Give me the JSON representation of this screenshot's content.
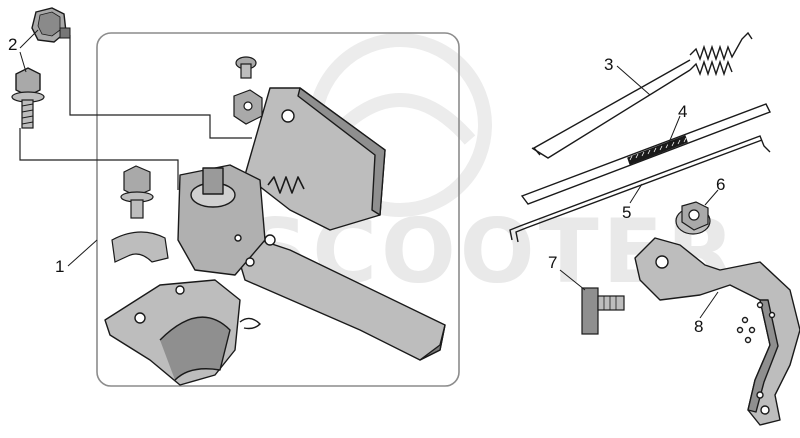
{
  "watermark": {
    "text": "SCOOTER"
  },
  "callouts": [
    {
      "id": "1",
      "label": "1"
    },
    {
      "id": "2",
      "label": "2"
    },
    {
      "id": "3",
      "label": "3"
    },
    {
      "id": "4",
      "label": "4"
    },
    {
      "id": "5",
      "label": "5"
    },
    {
      "id": "6",
      "label": "6"
    },
    {
      "id": "7",
      "label": "7"
    },
    {
      "id": "8",
      "label": "8"
    }
  ],
  "colors": {
    "part_fill": "#bdbdbd",
    "part_dark": "#7a7a7a",
    "part_stroke": "#1a1a1a",
    "frame": "#8c8c8c"
  }
}
